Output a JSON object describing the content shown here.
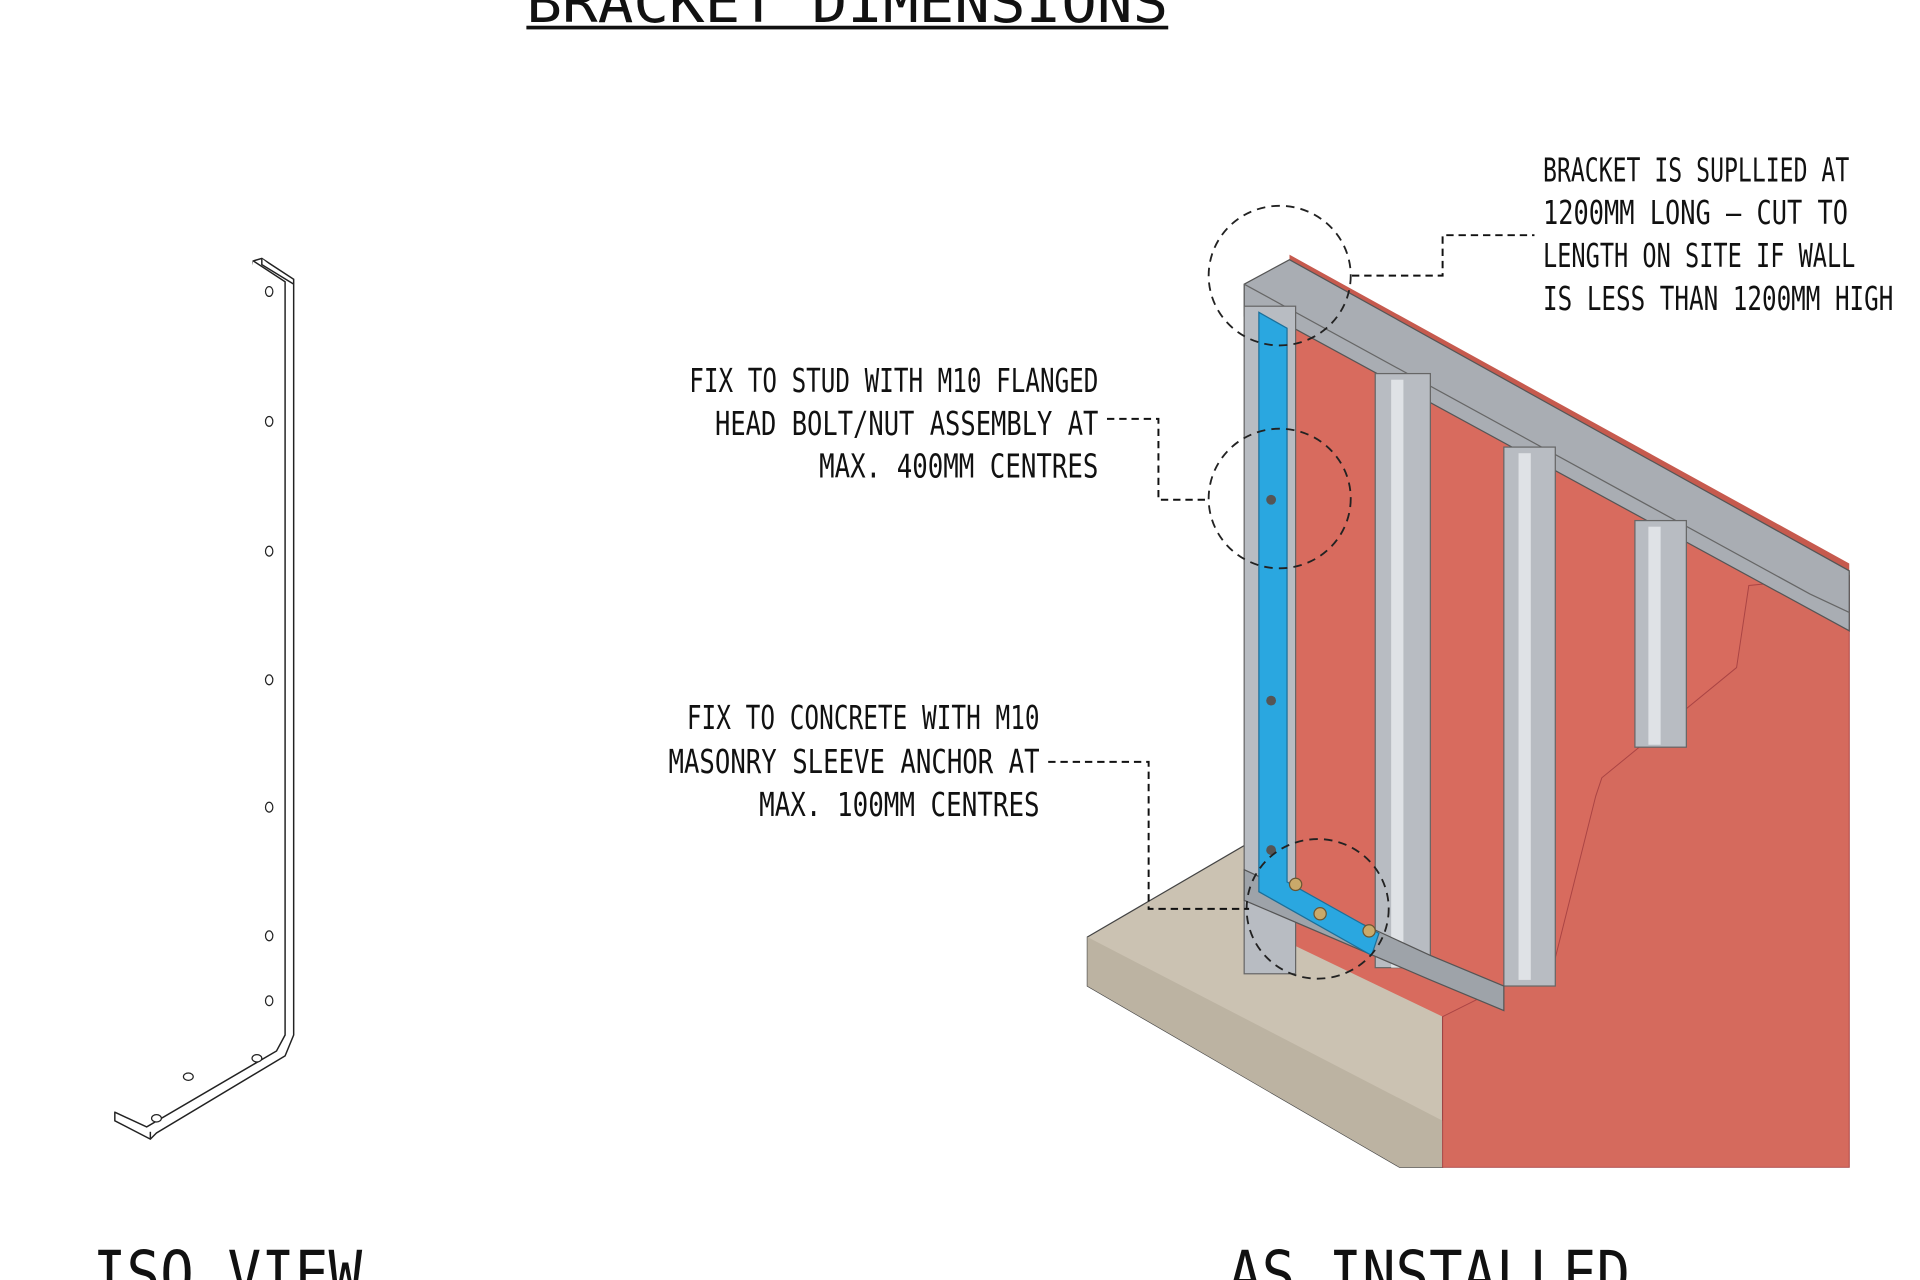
{
  "title": "BRACKET DIMENSIONS",
  "views": {
    "iso": {
      "label": "ISO VIEW"
    },
    "installed": {
      "label": "AS INSTALLED"
    }
  },
  "callouts": {
    "supply": {
      "lines": [
        "BRACKET IS SUPLLIED AT",
        "1200MM LONG — CUT TO",
        "LENGTH ON SITE IF WALL",
        "IS LESS THAN 1200MM HIGH"
      ]
    },
    "stud": {
      "lines": [
        "FIX TO STUD WITH M10 FLANGED",
        "HEAD BOLT/NUT ASSEMBLY AT",
        "MAX. 400MM CENTRES"
      ]
    },
    "concrete": {
      "lines": [
        "FIX TO CONCRETE WITH M10",
        "MASONRY SLEEVE ANCHOR AT",
        "MAX. 100MM CENTRES"
      ]
    }
  },
  "colors": {
    "plasterboard": "#d86b5e",
    "bracket": "#2aa7e0",
    "steel": "#a9adb3",
    "concrete": "#cbc2b2"
  }
}
